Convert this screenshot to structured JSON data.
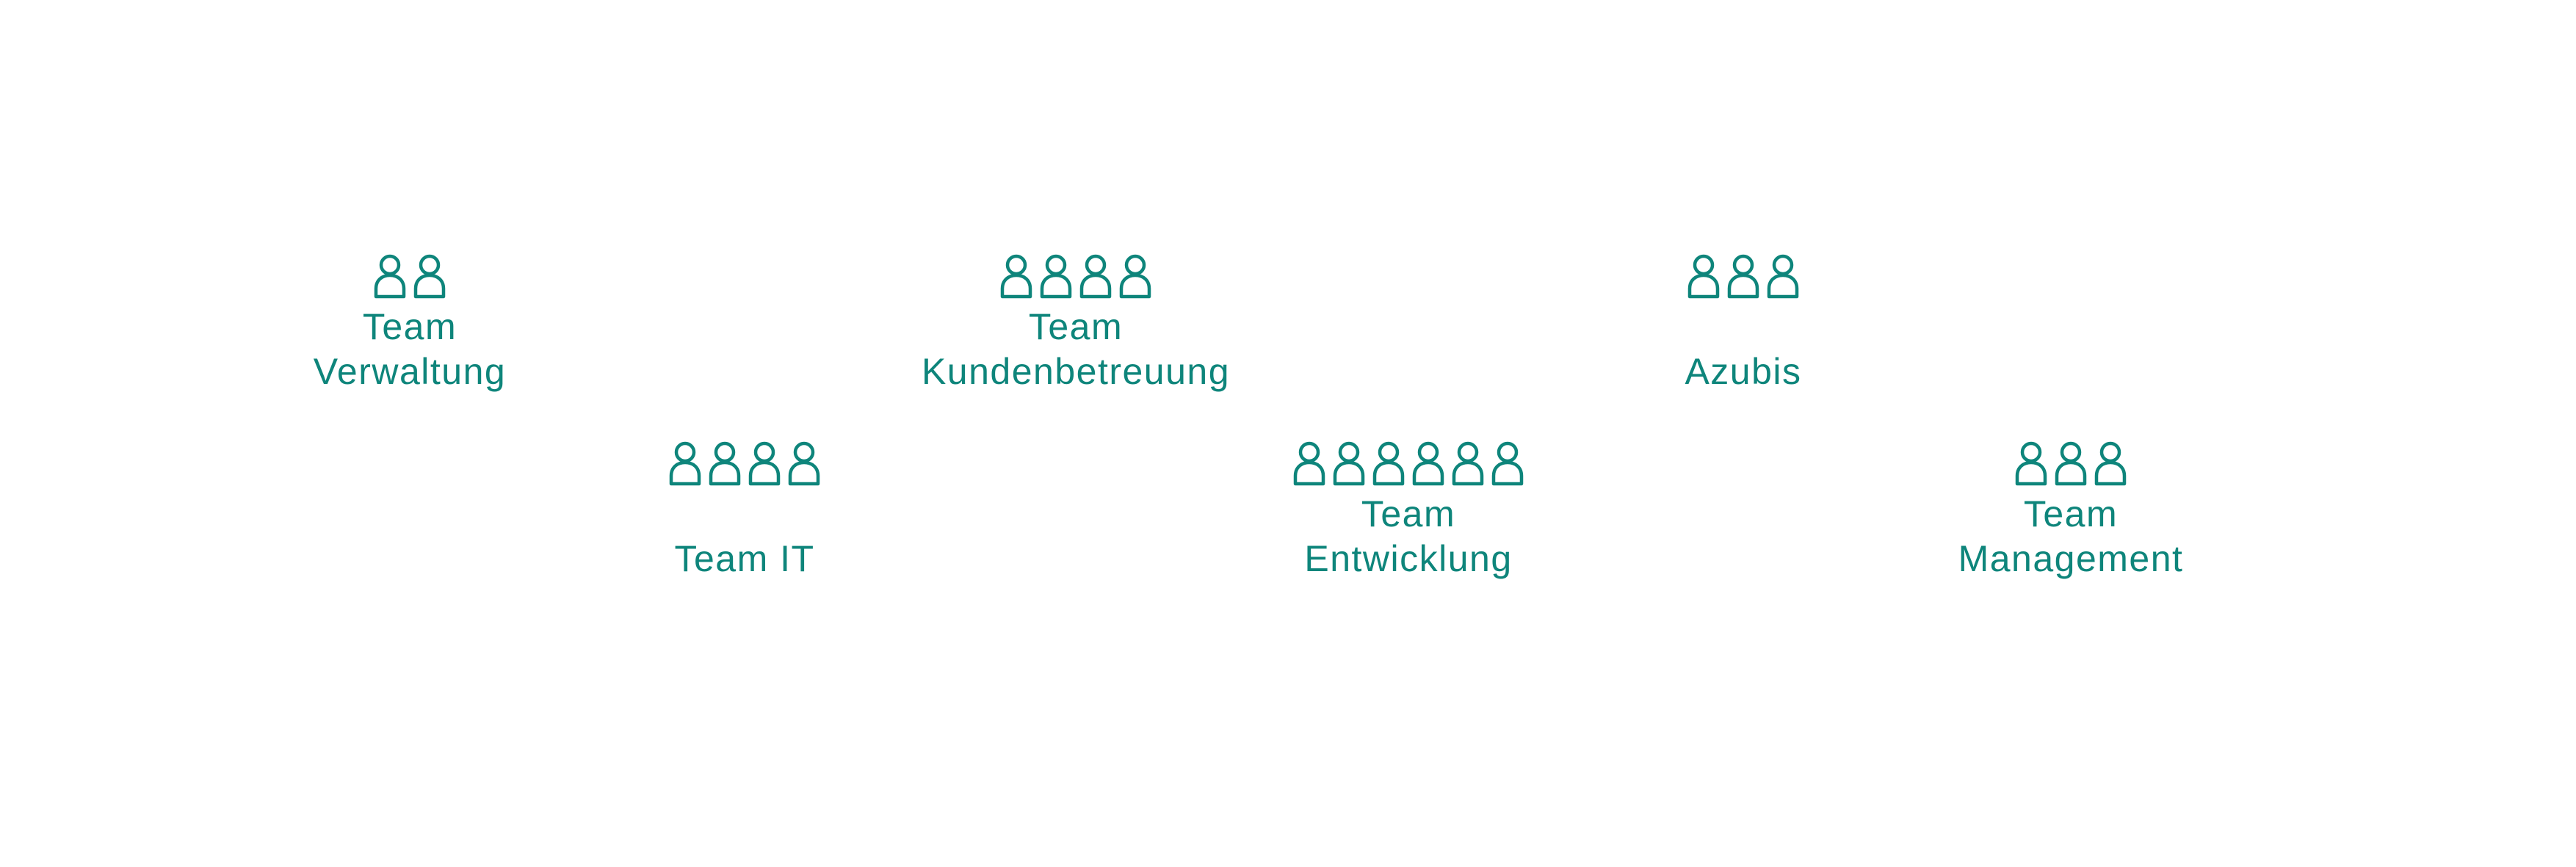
{
  "accent_color": "#0e857b",
  "icon": "person-icon",
  "teams": [
    {
      "id": "verwaltung",
      "line1": "Team",
      "line2": "Verwaltung",
      "members": 2
    },
    {
      "id": "it",
      "line1": "",
      "line2": "Team IT",
      "members": 4
    },
    {
      "id": "kundenbetreuung",
      "line1": "Team",
      "line2": "Kundenbetreuung",
      "members": 4
    },
    {
      "id": "entwicklung",
      "line1": "Team",
      "line2": "Entwicklung",
      "members": 6
    },
    {
      "id": "azubis",
      "line1": "",
      "line2": "Azubis",
      "members": 3
    },
    {
      "id": "management",
      "line1": "Team",
      "line2": "Management",
      "members": 3
    }
  ]
}
